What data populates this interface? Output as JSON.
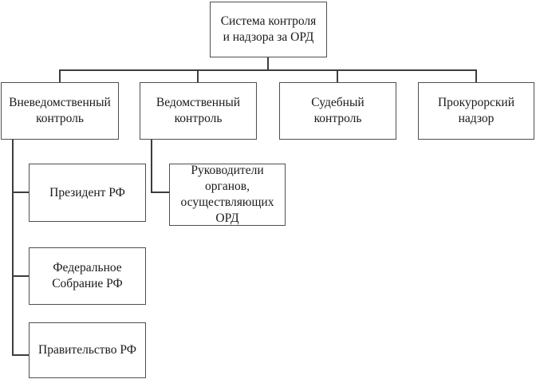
{
  "diagram": {
    "title_node": {
      "label": "Система контроля\nи надзора за ОРД"
    },
    "branches": [
      {
        "label": "Вневедомственный\nконтроль",
        "children": [
          {
            "label": "Президент РФ"
          },
          {
            "label": "Федеральное\nСобрание РФ"
          },
          {
            "label": "Правительство РФ"
          }
        ]
      },
      {
        "label": "Ведомственный\nконтроль",
        "children": [
          {
            "label": "Руководители\nорганов,\nосуществляющих\nОРД"
          }
        ]
      },
      {
        "label": "Судебный\nконтроль",
        "children": []
      },
      {
        "label": "Прокурорский\nнадзор",
        "children": []
      }
    ],
    "colors": {
      "box_border": "#4f4f4f",
      "connector": "#3d3d3d",
      "text": "#1a1a1a",
      "background": "#ffffff"
    }
  }
}
